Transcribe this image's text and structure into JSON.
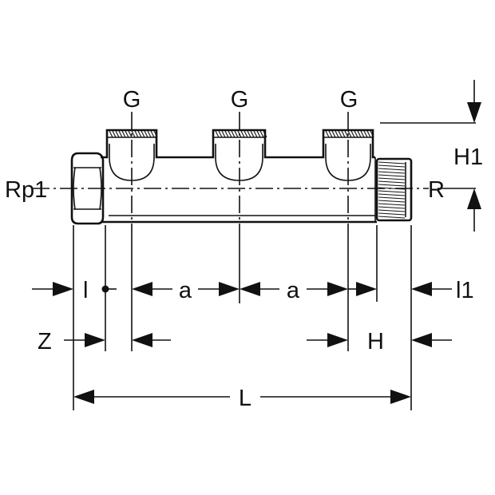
{
  "labels": {
    "g_left": "G",
    "g_middle": "G",
    "g_right": "G",
    "inlet_thread": "Rp1",
    "outlet_thread": "R",
    "height_h1": "H1",
    "dim_l": "l",
    "dim_a_first": "a",
    "dim_a_second": "a",
    "dim_l1": "l1",
    "dim_z": "Z",
    "dim_h": "H",
    "dim_total_l": "L"
  }
}
